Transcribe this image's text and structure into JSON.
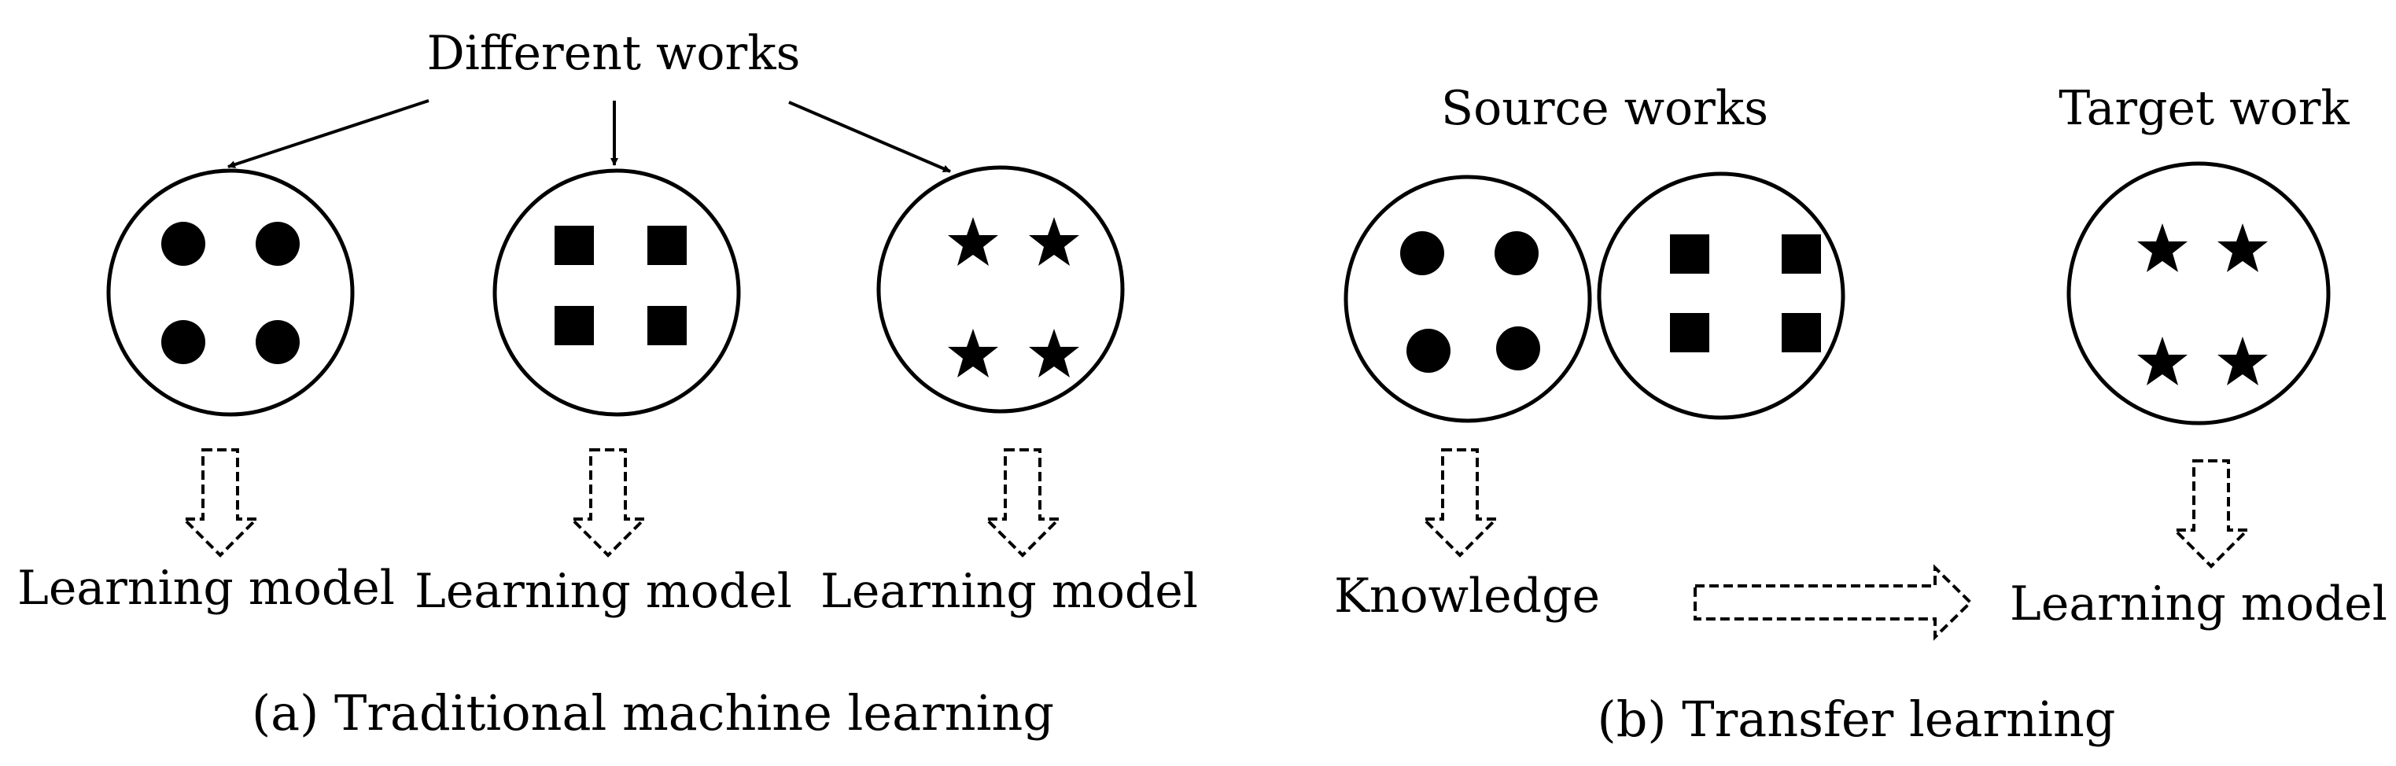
{
  "traditional": {
    "heading": "Different works",
    "models": [
      "Learning model",
      "Learning model",
      "Learning model"
    ],
    "caption": "(a) Traditional machine learning"
  },
  "transfer": {
    "source_heading": "Source works",
    "target_heading": "Target work",
    "knowledge_label": "Knowledge",
    "target_model_label": "Learning model",
    "caption": "(b) Transfer learning"
  }
}
